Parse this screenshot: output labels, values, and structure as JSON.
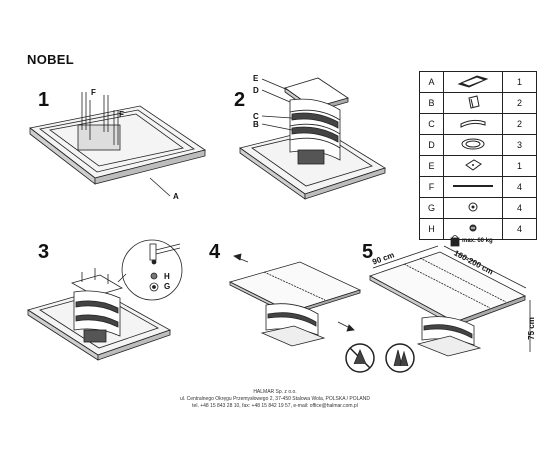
{
  "title": "NOBEL",
  "steps": [
    "1",
    "2",
    "3",
    "4",
    "5"
  ],
  "step1_labels": {
    "f1": "F",
    "f2": "F",
    "a": "A"
  },
  "step2_labels": {
    "e": "E",
    "d": "D",
    "c": "C",
    "b": "B"
  },
  "step3_labels": {
    "h": "H",
    "g": "G"
  },
  "parts": [
    {
      "letter": "A",
      "icon": "tabletop-frame-icon",
      "qty": "1"
    },
    {
      "letter": "B",
      "icon": "block-icon",
      "qty": "2"
    },
    {
      "letter": "C",
      "icon": "curved-panel-icon",
      "qty": "2"
    },
    {
      "letter": "D",
      "icon": "oval-ring-icon",
      "qty": "3"
    },
    {
      "letter": "E",
      "icon": "square-plate-icon",
      "qty": "1"
    },
    {
      "letter": "F",
      "icon": "long-rod-icon",
      "qty": "4"
    },
    {
      "letter": "G",
      "icon": "washer-icon",
      "qty": "4"
    },
    {
      "letter": "H",
      "icon": "screw-icon",
      "qty": "4"
    }
  ],
  "max_load": "max. 60 kg",
  "dimensions": {
    "depth": "90 cm",
    "length": "160-200 cm",
    "height": "75 cm"
  },
  "footer": {
    "line1": "HALMAR Sp. z o.o.",
    "line2": "ul. Centralnego Okręgu Przemysłowego 2, 37-450 Stalowa Wola, POLSKA / POLAND",
    "line3": "tel. +48 15 843 28 10, fax: +48 15 842 19 57, e-mail: office@halmar.com.pl"
  }
}
